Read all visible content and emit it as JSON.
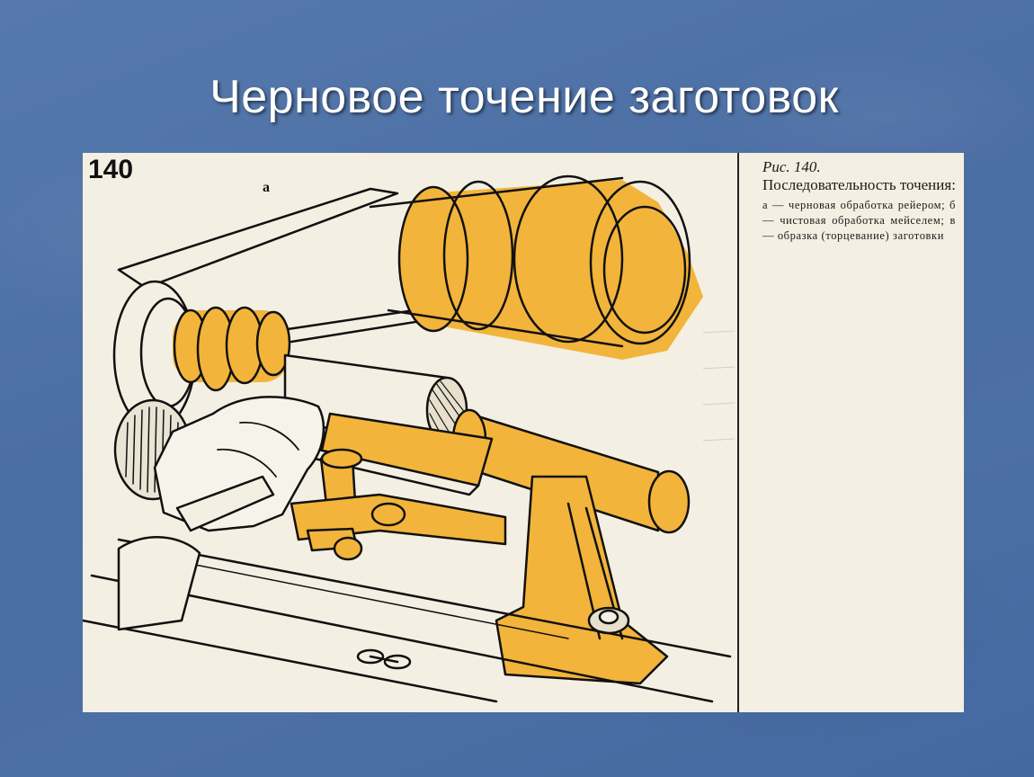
{
  "slide": {
    "title": "Черновое точение заготовок"
  },
  "figure": {
    "number": "140",
    "part_letter": "а",
    "caption_ref": "Рис. 140.",
    "caption_title": "Последовательность точения:",
    "caption_body": "а — черновая обработка рейером; б — чистовая обработка мейселем; в — образка (торцевание) заготовки",
    "colors": {
      "paper": "#f3efe2",
      "highlight": "#f2b43a",
      "ink": "#111111",
      "background": "#4d70a6"
    }
  }
}
